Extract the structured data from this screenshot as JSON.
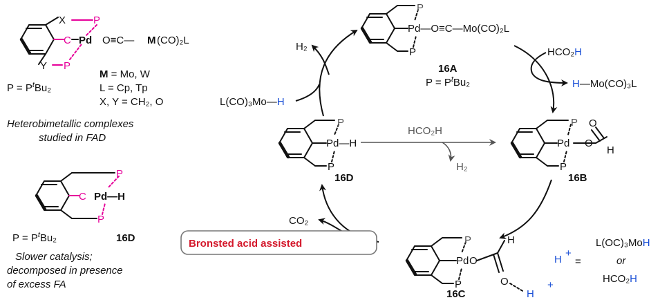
{
  "colors": {
    "accent_magenta": "#e6009a",
    "accent_blue": "#1a4fd6",
    "badge_red": "#d4192c",
    "gray": "#555555"
  },
  "complex_left": {
    "X": "X",
    "Y": "Y",
    "P_top": "P",
    "P_bot": "P",
    "C": "C",
    "Pd": "Pd",
    "OCC": "O≡C—",
    "M": "M",
    "ML": "(CO)₂L",
    "P_def_prefix": "P = P",
    "P_def_t": "t",
    "P_def_suffix": "Bu₂",
    "M_def_bold": "M",
    "M_def": " = Mo, W",
    "L_def": "L = Cp, Tp",
    "XY_def": "X, Y = CH₂, O",
    "caption_1": "Heterobimetallic complexes",
    "caption_2": "studied in FAD"
  },
  "complex_16D_left": {
    "P_top": "P",
    "P_bot": "P",
    "C": "C",
    "PdH": "Pd—H",
    "P_def_prefix": "P = P",
    "P_def_t": "t",
    "P_def_suffix": "Bu₂",
    "label": "16D",
    "note_1": "Slower catalysis;",
    "note_2": "decomposed in presence",
    "note_3": "of excess FA"
  },
  "cycle": {
    "A": {
      "P_top": "P",
      "P_bot": "P",
      "chain": "Pd—O≡C—Mo(CO)₂L",
      "label": "16A",
      "P_def_prefix": "P = P",
      "P_def_t": "t",
      "P_def_suffix": "Bu₂"
    },
    "B": {
      "P_top": "P",
      "P_bot": "P",
      "Pd": "Pd",
      "O": "O",
      "O2": "O",
      "H": "H",
      "label": "16B"
    },
    "C": {
      "P_top": "P",
      "P_bot": "P",
      "Pd": "Pd",
      "O": "O",
      "O2": "O",
      "H": "H",
      "Hplus": "H",
      "plus": "+",
      "label": "16C"
    },
    "D": {
      "P_top": "P",
      "P_bot": "P",
      "PdH": "Pd—H",
      "label": "16D"
    },
    "reagents": {
      "H2_top": "H₂",
      "LMoH_prefix": "L(CO)₃Mo—",
      "LMoH_H": "H",
      "HCO2H_top_prefix": "HCO₂",
      "HCO2H_top_H": "H",
      "HMo_H": "H",
      "HMo_suffix": "—Mo(CO)₃L",
      "HCO2H_mid": "HCO₂H",
      "H2_mid": "H₂",
      "CO2": "CO₂"
    },
    "badge": "Bronsted acid assisted",
    "legend": {
      "H": "H",
      "plus": "+",
      "eq": "=",
      "line1_prefix": "L(OC)₃Mo",
      "line1_H": "H",
      "or": "or",
      "line3_prefix": "HCO₂",
      "line3_H": "H"
    }
  }
}
